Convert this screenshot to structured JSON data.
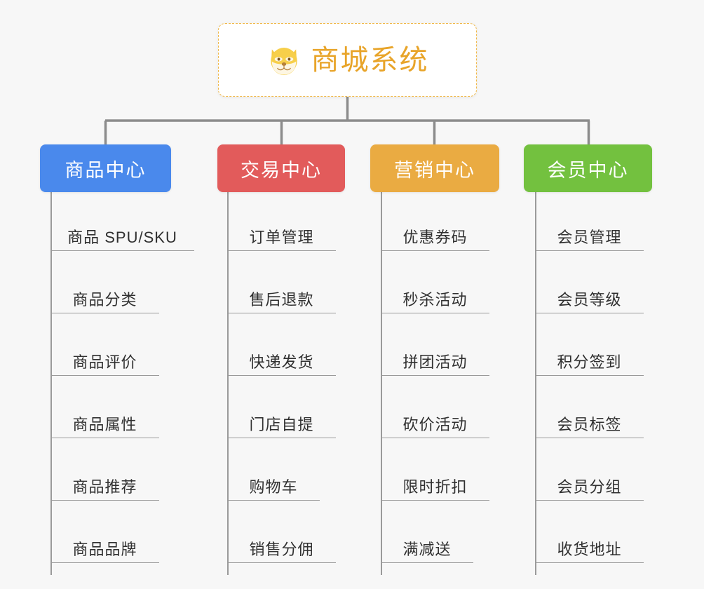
{
  "diagram": {
    "type": "tree",
    "title": "商城系统",
    "background_color": "#f7f7f7",
    "line_color": "#9a9a9a",
    "root": {
      "label": "商城系统",
      "icon": "dog-face-emoji",
      "text_color": "#e8a429",
      "border_color": "#f0b94b",
      "background_color": "#ffffff"
    },
    "columns": [
      {
        "label": "商品中心",
        "color": "#4a89ec",
        "items": [
          "商品 SPU/SKU",
          "商品分类",
          "商品评价",
          "商品属性",
          "商品推荐",
          "商品品牌"
        ]
      },
      {
        "label": "交易中心",
        "color": "#e25b5b",
        "items": [
          "订单管理",
          "售后退款",
          "快递发货",
          "门店自提",
          "购物车",
          "销售分佣"
        ]
      },
      {
        "label": "营销中心",
        "color": "#eaab42",
        "items": [
          "优惠券码",
          "秒杀活动",
          "拼团活动",
          "砍价活动",
          "限时折扣",
          "满减送"
        ]
      },
      {
        "label": "会员中心",
        "color": "#73c13f",
        "items": [
          "会员管理",
          "会员等级",
          "积分签到",
          "会员标签",
          "会员分组",
          "收货地址"
        ]
      }
    ]
  }
}
